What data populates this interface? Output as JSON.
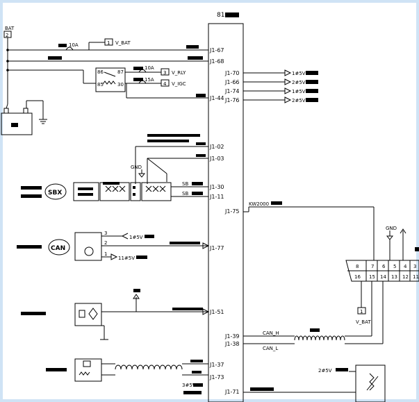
{
  "ecu": {
    "title": "81"
  },
  "battery": {
    "label": "BAT",
    "box_num": "2",
    "name": ""
  },
  "power": {
    "fuse1": "10A",
    "vbat_box": "1",
    "vbat": "V_BAT",
    "relay_pin_86": "86",
    "relay_pin_87": "87",
    "relay_pin_85": "85",
    "relay_pin_30": "30",
    "fuse2": "10A",
    "fuse3": "15A",
    "vrly_box": "3",
    "vrly": "V_RLY",
    "vigc_box": "4",
    "vigc": "V_IGC"
  },
  "left_pins": {
    "j67": "J1-67",
    "j68": "J1-68",
    "j44": "J1-44",
    "j02": "J1-02",
    "j03": "J1-03",
    "j30": "J1-30",
    "j11": "J1-11",
    "j77": "J1-77",
    "j51": "J1-51",
    "j37": "J1-37",
    "j73": "J1-73"
  },
  "right_pins": {
    "j70": "J1-70",
    "j66": "J1-66",
    "j74": "J1-74",
    "j76": "J1-76",
    "j75": "J1-75",
    "j39": "J1-39",
    "j38": "J1-38",
    "j71": "J1-71"
  },
  "outputs": {
    "o1": "1#5V",
    "o2": "2#5V",
    "o3": "1#5V",
    "o4": "2#5V"
  },
  "gnd": "GND",
  "sensor_sbx": "SBX",
  "sbx_pins": {
    "a": "SB",
    "b": "SB"
  },
  "sensor_can": "CAN",
  "can_pins": {
    "p3": "3",
    "p2": "2",
    "p1": "1",
    "v3": "1#5V",
    "v1": "11#5V"
  },
  "kw2000": "KW2000",
  "can_h": "CAN_H",
  "can_l": "CAN_L",
  "diag_gnd": "GND",
  "diag_vbat_box": "1",
  "diag_vbat": "V_BAT",
  "connector_top": [
    "8",
    "7",
    "6",
    "5",
    "4",
    "3"
  ],
  "connector_bot": [
    "16",
    "15",
    "14",
    "13",
    "12",
    "11"
  ],
  "bottom": {
    "v2": "2#5V",
    "v3": "3#5V"
  }
}
